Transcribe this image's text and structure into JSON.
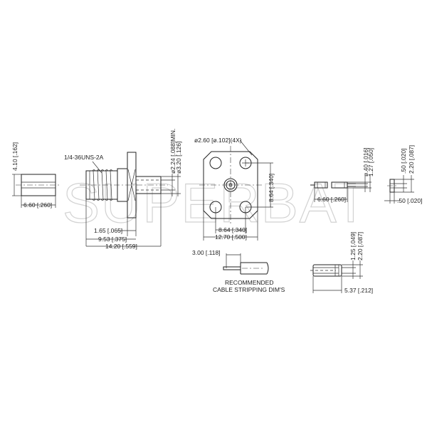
{
  "watermark": "SUPERBAT",
  "ferrule": {
    "height_label": "4.10 [.162]",
    "length_label": "6.60 [.260]"
  },
  "connector_side": {
    "thread_label": "1/4-36UNS-2A",
    "inner_dia_label": "ø2.24 [.088]MIN.",
    "outer_dia_label": "ø3.20 [.126]",
    "flange_label": "1.65 [.065]",
    "body_label": "9.53 [.375]",
    "overall_label": "14.20 [.559]"
  },
  "flange_front": {
    "hole_label": "ø2.60 [ø.102](4X)",
    "vertical_spacing_label": "8.64 [.340]",
    "horizontal_spacing_label": "8.64 [.340]",
    "width_label": "12.70 [.500]"
  },
  "contact_pin": {
    "pin_dia_label": "ø.40 [.016]",
    "body_dia_label": "1.27 [.050]",
    "length_label": "6.60 [.260]"
  },
  "small_part": {
    "inner_label": ".50 [.020]",
    "outer_label": "2.20 [.087]",
    "width_label": ".50 [.020]"
  },
  "insulator": {
    "inner_label": "1.25 [.049]",
    "outer_label": "2.20 [.087]",
    "length_label": "5.37 [.212]"
  },
  "cable_strip": {
    "strip_label": "3.00 [.118]",
    "caption_line1": "RECOMMENDED",
    "caption_line2": "CABLE STRIPPING DIM'S"
  }
}
